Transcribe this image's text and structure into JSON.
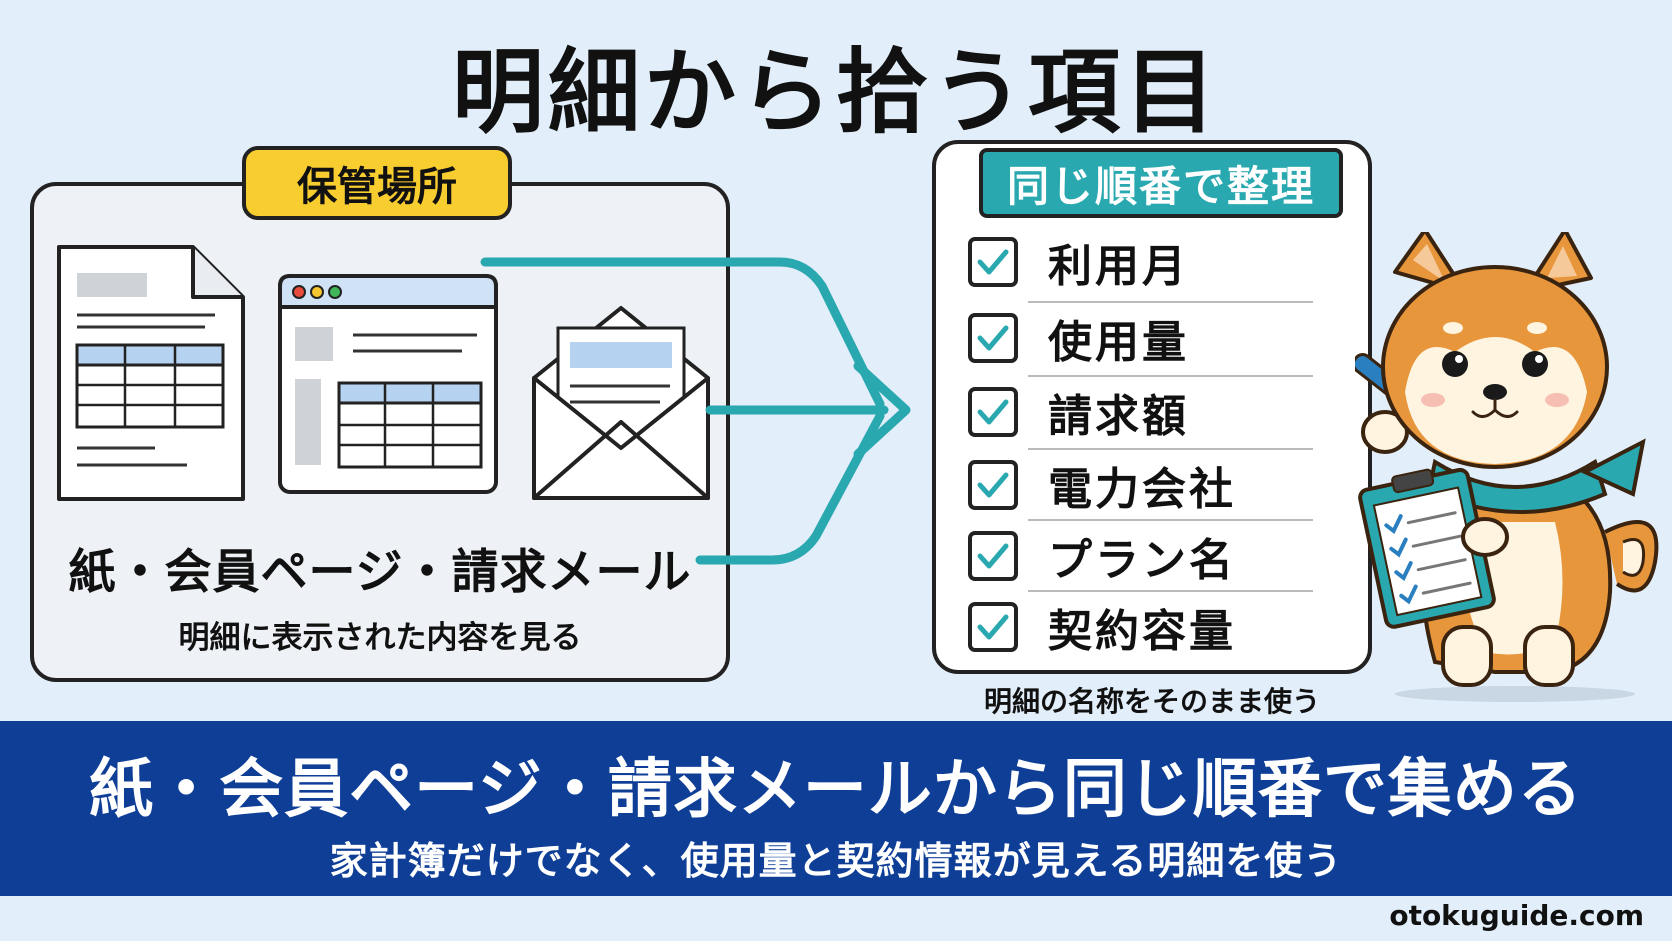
{
  "title": "明細から拾う項目",
  "storage": {
    "badge": "保管場所",
    "sources_label": "紙・会員ページ・請求メール",
    "sources_sub": "明細に表示された内容を見る",
    "icons": [
      "paper-document-icon",
      "browser-window-icon",
      "envelope-mail-icon"
    ]
  },
  "checklist": {
    "badge": "同じ順番で整理",
    "items": [
      {
        "label": "利用月",
        "checked": true
      },
      {
        "label": "使用量",
        "checked": true
      },
      {
        "label": "請求額",
        "checked": true
      },
      {
        "label": "電力会社",
        "checked": true
      },
      {
        "label": "プラン名",
        "checked": true
      },
      {
        "label": "契約容量",
        "checked": true
      }
    ],
    "note": "明細の名称をそのまま使う"
  },
  "banner": {
    "title": "紙・会員ページ・請求メールから同じ順番で集める",
    "subtitle": "家計簿だけでなく、使用量と契約情報が見える明細を使う"
  },
  "footer": {
    "url": "otokuguide.com"
  },
  "colors": {
    "background": "#e2eef9",
    "accent_yellow": "#f8cd2f",
    "accent_teal": "#2aa8b0",
    "banner_blue": "#0f3e97",
    "dog_orange": "#e8963c"
  }
}
